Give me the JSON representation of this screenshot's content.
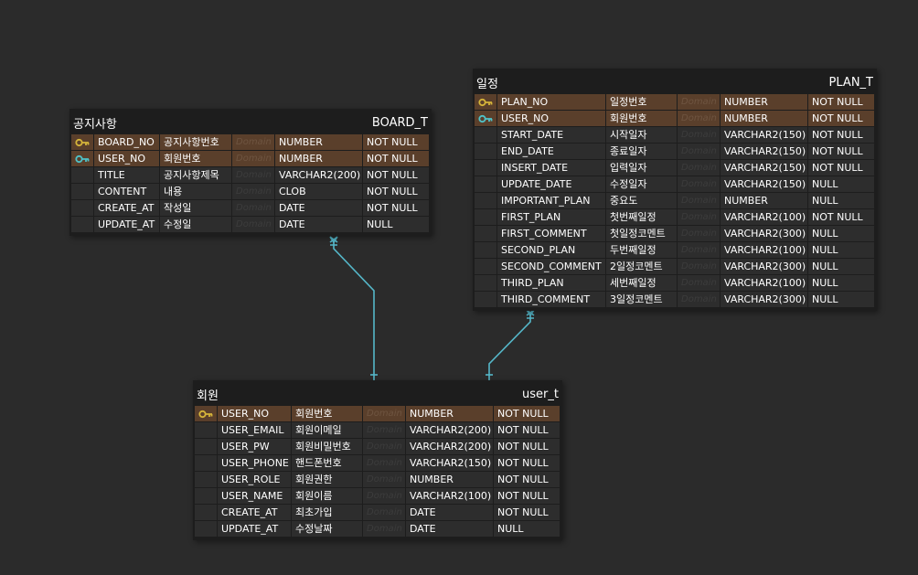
{
  "colors": {
    "background": "#2b2b2b",
    "entity_bg": "#1d1d1d",
    "cell_bg": "#2d2d2d",
    "pk_bg": "#5a3f2b",
    "connector": "#55b7c9",
    "pk_key": "#d6b53a",
    "fk_key": "#4fc3c9"
  },
  "entities": [
    {
      "id": "board",
      "logical_name": "공지사항",
      "physical_name": "BOARD_T",
      "columns": [
        {
          "key": "pk",
          "key_icon": "pk-key-icon",
          "name": "BOARD_NO",
          "logical": "공지사항번호",
          "domain": "Domain",
          "type": "NUMBER",
          "nullable": "NOT NULL"
        },
        {
          "key": "fk",
          "key_icon": "fk-key-icon",
          "name": "USER_NO",
          "logical": "회원번호",
          "domain": "Domain",
          "type": "NUMBER",
          "nullable": "NOT NULL"
        },
        {
          "key": "",
          "name": "TITLE",
          "logical": "공지사항제목",
          "domain": "Domain",
          "type": "VARCHAR2(200)",
          "nullable": "NOT NULL"
        },
        {
          "key": "",
          "name": "CONTENT",
          "logical": "내용",
          "domain": "Domain",
          "type": "CLOB",
          "nullable": "NOT NULL"
        },
        {
          "key": "",
          "name": "CREATE_AT",
          "logical": "작성일",
          "domain": "Domain",
          "type": "DATE",
          "nullable": "NOT NULL"
        },
        {
          "key": "",
          "name": "UPDATE_AT",
          "logical": "수정일",
          "domain": "Domain",
          "type": "DATE",
          "nullable": "NULL"
        }
      ]
    },
    {
      "id": "plan",
      "logical_name": "일정",
      "physical_name": "PLAN_T",
      "columns": [
        {
          "key": "pk",
          "key_icon": "pk-key-icon",
          "name": "PLAN_NO",
          "logical": "일정번호",
          "domain": "Domain",
          "type": "NUMBER",
          "nullable": "NOT NULL"
        },
        {
          "key": "fk",
          "key_icon": "fk-key-icon",
          "name": "USER_NO",
          "logical": "회원번호",
          "domain": "Domain",
          "type": "NUMBER",
          "nullable": "NOT NULL"
        },
        {
          "key": "",
          "name": "START_DATE",
          "logical": "시작일자",
          "domain": "Domain",
          "type": "VARCHAR2(150)",
          "nullable": "NOT NULL"
        },
        {
          "key": "",
          "name": "END_DATE",
          "logical": "종료일자",
          "domain": "Domain",
          "type": "VARCHAR2(150)",
          "nullable": "NOT NULL"
        },
        {
          "key": "",
          "name": "INSERT_DATE",
          "logical": "입력일자",
          "domain": "Domain",
          "type": "VARCHAR2(150)",
          "nullable": "NOT NULL"
        },
        {
          "key": "",
          "name": "UPDATE_DATE",
          "logical": "수정일자",
          "domain": "Domain",
          "type": "VARCHAR2(150)",
          "nullable": "NULL"
        },
        {
          "key": "",
          "name": "IMPORTANT_PLAN",
          "logical": "중요도",
          "domain": "Domain",
          "type": "NUMBER",
          "nullable": "NULL"
        },
        {
          "key": "",
          "name": "FIRST_PLAN",
          "logical": "첫번째일정",
          "domain": "Domain",
          "type": "VARCHAR2(100)",
          "nullable": "NOT NULL"
        },
        {
          "key": "",
          "name": "FIRST_COMMENT",
          "logical": "첫일정코멘트",
          "domain": "Domain",
          "type": "VARCHAR2(300)",
          "nullable": "NULL"
        },
        {
          "key": "",
          "name": "SECOND_PLAN",
          "logical": "두번째일정",
          "domain": "Domain",
          "type": "VARCHAR2(100)",
          "nullable": "NULL"
        },
        {
          "key": "",
          "name": "SECOND_COMMENT",
          "logical": "2일정코멘트",
          "domain": "Domain",
          "type": "VARCHAR2(300)",
          "nullable": "NULL"
        },
        {
          "key": "",
          "name": "THIRD_PLAN",
          "logical": "세번째일정",
          "domain": "Domain",
          "type": "VARCHAR2(100)",
          "nullable": "NULL"
        },
        {
          "key": "",
          "name": "THIRD_COMMENT",
          "logical": "3일정코멘트",
          "domain": "Domain",
          "type": "VARCHAR2(300)",
          "nullable": "NULL"
        }
      ]
    },
    {
      "id": "user",
      "logical_name": "회원",
      "physical_name": "user_t",
      "columns": [
        {
          "key": "pk",
          "key_icon": "pk-key-icon",
          "name": "USER_NO",
          "logical": "회원번호",
          "domain": "Domain",
          "type": "NUMBER",
          "nullable": "NOT NULL"
        },
        {
          "key": "",
          "name": "USER_EMAIL",
          "logical": "회원이메일",
          "domain": "Domain",
          "type": "VARCHAR2(200)",
          "nullable": "NOT NULL"
        },
        {
          "key": "",
          "name": "USER_PW",
          "logical": "회원비밀번호",
          "domain": "Domain",
          "type": "VARCHAR2(200)",
          "nullable": "NOT NULL"
        },
        {
          "key": "",
          "name": "USER_PHONE",
          "logical": "핸드폰번호",
          "domain": "Domain",
          "type": "VARCHAR2(150)",
          "nullable": "NOT NULL"
        },
        {
          "key": "",
          "name": "USER_ROLE",
          "logical": "회원권한",
          "domain": "Domain",
          "type": "NUMBER",
          "nullable": "NOT NULL"
        },
        {
          "key": "",
          "name": "USER_NAME",
          "logical": "회원이름",
          "domain": "Domain",
          "type": "VARCHAR2(100)",
          "nullable": "NOT NULL"
        },
        {
          "key": "",
          "name": "CREATE_AT",
          "logical": "최초가입",
          "domain": "Domain",
          "type": "DATE",
          "nullable": "NOT NULL"
        },
        {
          "key": "",
          "name": "UPDATE_AT",
          "logical": "수정날짜",
          "domain": "Domain",
          "type": "DATE",
          "nullable": "NULL"
        }
      ]
    }
  ],
  "relationships": [
    {
      "from": "board",
      "to": "user",
      "type": "one-to-many",
      "name": "relationship-user-board"
    },
    {
      "from": "plan",
      "to": "user",
      "type": "one-to-many",
      "name": "relationship-user-plan"
    }
  ]
}
